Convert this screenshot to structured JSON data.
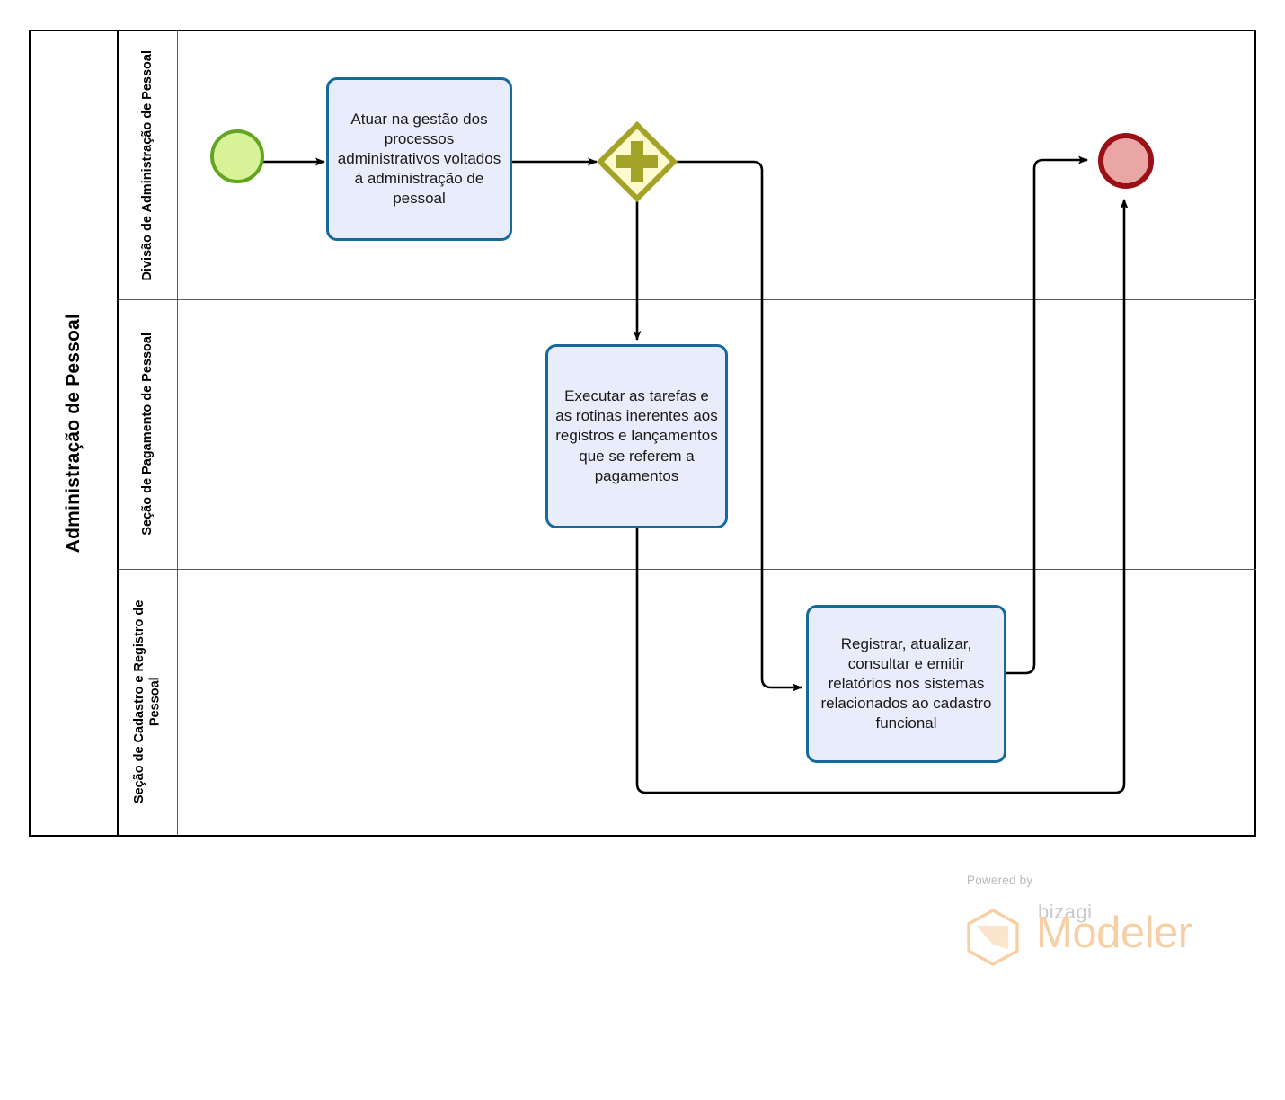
{
  "diagram": {
    "type": "bpmn-process-diagram",
    "pool": {
      "name": "Administração de Pessoal"
    },
    "lanes": [
      {
        "id": "lane-divisao",
        "name": "Divisão de Administração de Pessoal"
      },
      {
        "id": "lane-pagamento",
        "name": "Seção de Pagamento de Pessoal"
      },
      {
        "id": "lane-cadastro",
        "name": "Seção de Cadastro e Registro de Pessoal"
      }
    ],
    "elements": {
      "start_event": {
        "name": "start-event",
        "lane": "lane-divisao"
      },
      "task_1": {
        "name": "Atuar na gestão dos processos administrativos voltados à administração de pessoal",
        "lane": "lane-divisao"
      },
      "gateway_1": {
        "name": "parallel-gateway",
        "marker": "+",
        "lane": "lane-divisao"
      },
      "task_2": {
        "name": "Executar as tarefas e as rotinas inerentes aos registros e lançamentos  que se referem a pagamentos",
        "lane": "lane-pagamento"
      },
      "task_3": {
        "name": "Registrar, atualizar, consultar e emitir relatórios nos sistemas relacionados ao cadastro funcional",
        "lane": "lane-cadastro"
      },
      "end_event": {
        "name": "end-event",
        "lane": "lane-divisao"
      }
    },
    "flows": [
      {
        "from": "start_event",
        "to": "task_1"
      },
      {
        "from": "task_1",
        "to": "gateway_1"
      },
      {
        "from": "gateway_1",
        "to": "task_2"
      },
      {
        "from": "gateway_1",
        "to": "task_3"
      },
      {
        "from": "task_2",
        "to": "end_event"
      },
      {
        "from": "task_3",
        "to": "end_event"
      }
    ],
    "colors": {
      "start_event_stroke": "#62a520",
      "start_event_fill": "#d8f298",
      "end_event_stroke": "#9b1016",
      "end_event_fill": "#eaa5a5",
      "task_stroke": "#15699b",
      "task_fill": "#e9edfb",
      "gateway_stroke": "#a3a328",
      "gateway_fill": "#fdfbcd",
      "connector": "#000000",
      "pool_border": "#000000",
      "lane_border": "#595959"
    }
  },
  "logo": {
    "powered_by": "Powered by",
    "brand": "bizagi",
    "product": "Modeler",
    "accent": "#f7cfa4"
  }
}
